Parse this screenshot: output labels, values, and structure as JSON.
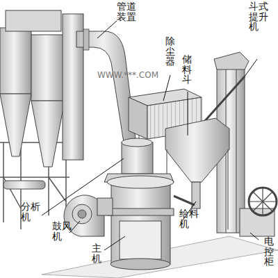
{
  "diagram": {
    "labels": [
      "管道装置",
      "除尘器",
      "储料斗",
      "斗式提升机",
      "WWW.***.COM",
      "分析机",
      "鼓风机",
      "主机",
      "给料机",
      "电控柜"
    ]
  }
}
